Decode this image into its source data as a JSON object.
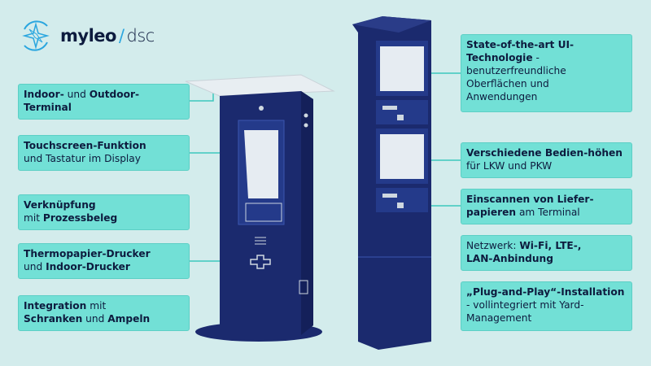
{
  "brand": {
    "name": "myleo",
    "separator": "/",
    "product": "dsc",
    "colors": {
      "accent": "#2aa6df",
      "navy": "#1b2a6e",
      "box": "#72e0d6",
      "background": "#d3ecec"
    }
  },
  "left_features": [
    [
      {
        "t": "Indoor-",
        "b": true
      },
      {
        "t": " und ",
        "b": false
      },
      {
        "t": "Outdoor-Terminal",
        "b": true
      }
    ],
    [
      {
        "t": "Touchscreen-Funktion",
        "b": true
      },
      {
        "t": " und Tastatur im Display",
        "b": false
      }
    ],
    [
      {
        "t": "Verknüpfung",
        "b": true
      },
      {
        "t": " mit ",
        "b": false
      },
      {
        "t": "Prozessbeleg",
        "b": true
      }
    ],
    [
      {
        "t": "Thermopapier-Drucker",
        "b": true
      },
      {
        "t": " und ",
        "b": false
      },
      {
        "t": "Indoor-Drucker",
        "b": true
      }
    ],
    [
      {
        "t": "Integration",
        "b": true
      },
      {
        "t": " mit ",
        "b": false
      },
      {
        "t": "Schranken",
        "b": true
      },
      {
        "t": " und ",
        "b": false
      },
      {
        "t": "Ampeln",
        "b": true
      }
    ]
  ],
  "right_features": [
    [
      {
        "t": "State-of-the-art UI-Technologie",
        "b": true
      },
      {
        "t": " - benutzerfreundliche Oberflächen und Anwendungen",
        "b": false
      }
    ],
    [
      {
        "t": "Verschiedene Bedien-höhen",
        "b": true
      },
      {
        "t": " für LKW und PKW",
        "b": false
      }
    ],
    [
      {
        "t": "Einscannen von Liefer-papieren",
        "b": true
      },
      {
        "t": " am Terminal",
        "b": false
      }
    ],
    [
      {
        "t": "Netzwerk: ",
        "b": false
      },
      {
        "t": "Wi-Fi, LTE-, LAN-Anbindung",
        "b": true
      }
    ],
    [
      {
        "t": "„Plug-and-Play“-Installation",
        "b": true
      },
      {
        "t": " - vollintegriert mit Yard-Management",
        "b": false
      }
    ]
  ]
}
